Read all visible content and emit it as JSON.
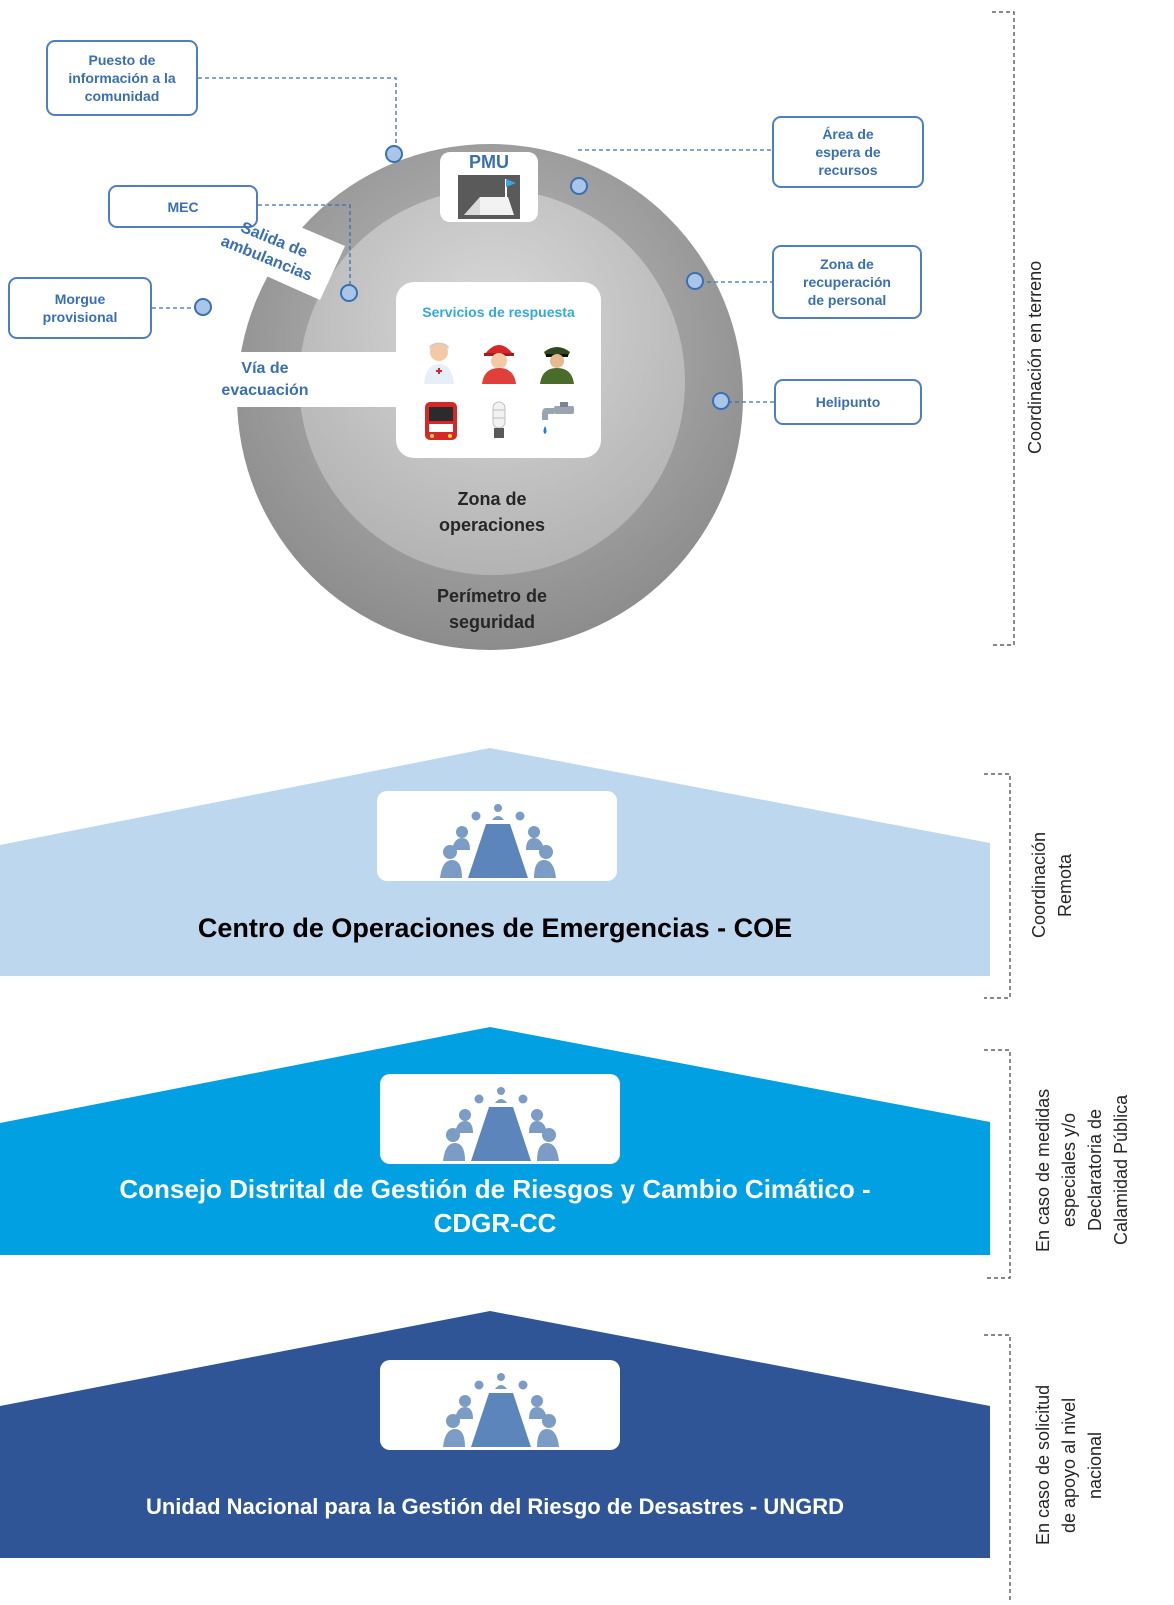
{
  "right_labels": {
    "terreno": "Coordinación  en terreno",
    "remota": "Coordinación\nRemota",
    "medidas": "En caso de medidas\nespeciales y/o\nDeclaratoria de\nCalamidad Pública",
    "nacional": "En caso de solicitud\nde apoyo al nivel\nnacional"
  },
  "circle": {
    "pmu": "PMU",
    "labels": {
      "puesto": "Puesto de\ninformación a la\ncomunidad",
      "mec": "MEC",
      "morgue": "Morgue\nprovisional",
      "area_espera": "Área de\nespera de\nrecursos",
      "zona_recuperacion": "Zona de\nrecuperación\nde personal",
      "helipunto": "Helipunto"
    },
    "salida": "Salida de\nambulancias",
    "via": "Vía de\nevacuación",
    "servicios_title": "Servicios de respuesta",
    "zona_operaciones": "Zona de\noperaciones",
    "perimetro": "Perímetro de\nseguridad"
  },
  "levels": [
    {
      "title": "Centro de Operaciones de Emergencias - COE",
      "color": "#bdd7ee",
      "text_color": "#000000"
    },
    {
      "title": "Consejo Distrital de Gestión de Riesgos y Cambio Cimático -\nCDGR-CC",
      "color": "#00a0e3",
      "text_color": "#ffffff"
    },
    {
      "title": "Unidad Nacional para la Gestión del Riesgo de Desastres - UNGRD",
      "color": "#2f5597",
      "text_color": "#ffffff"
    }
  ],
  "icons": [
    "tent-flag-icon",
    "nurse-icon",
    "firefighter-icon",
    "police-icon",
    "bus-icon",
    "lightbulb-icon",
    "faucet-icon",
    "meeting-table-icon"
  ]
}
